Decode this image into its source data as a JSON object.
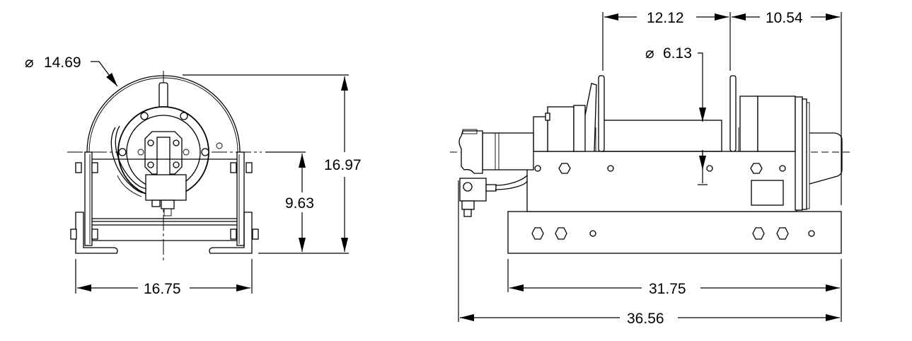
{
  "drawing": {
    "line_color": "#000000",
    "background": "#ffffff",
    "front_view": {
      "dimensions": {
        "drum_flange_diameter": {
          "symbol": "⌀",
          "value": "14.69"
        },
        "overall_height": {
          "value": "16.97"
        },
        "shaft_center_height": {
          "value": "9.63"
        },
        "overall_width": {
          "value": "16.75"
        }
      }
    },
    "side_view": {
      "dimensions": {
        "drum_length": {
          "value": "12.12"
        },
        "flange_to_end": {
          "value": "10.54"
        },
        "drum_barrel_diameter": {
          "symbol": "⌀",
          "value": "6.13"
        },
        "base_length": {
          "value": "31.75"
        },
        "overall_length": {
          "value": "36.56"
        }
      }
    }
  }
}
